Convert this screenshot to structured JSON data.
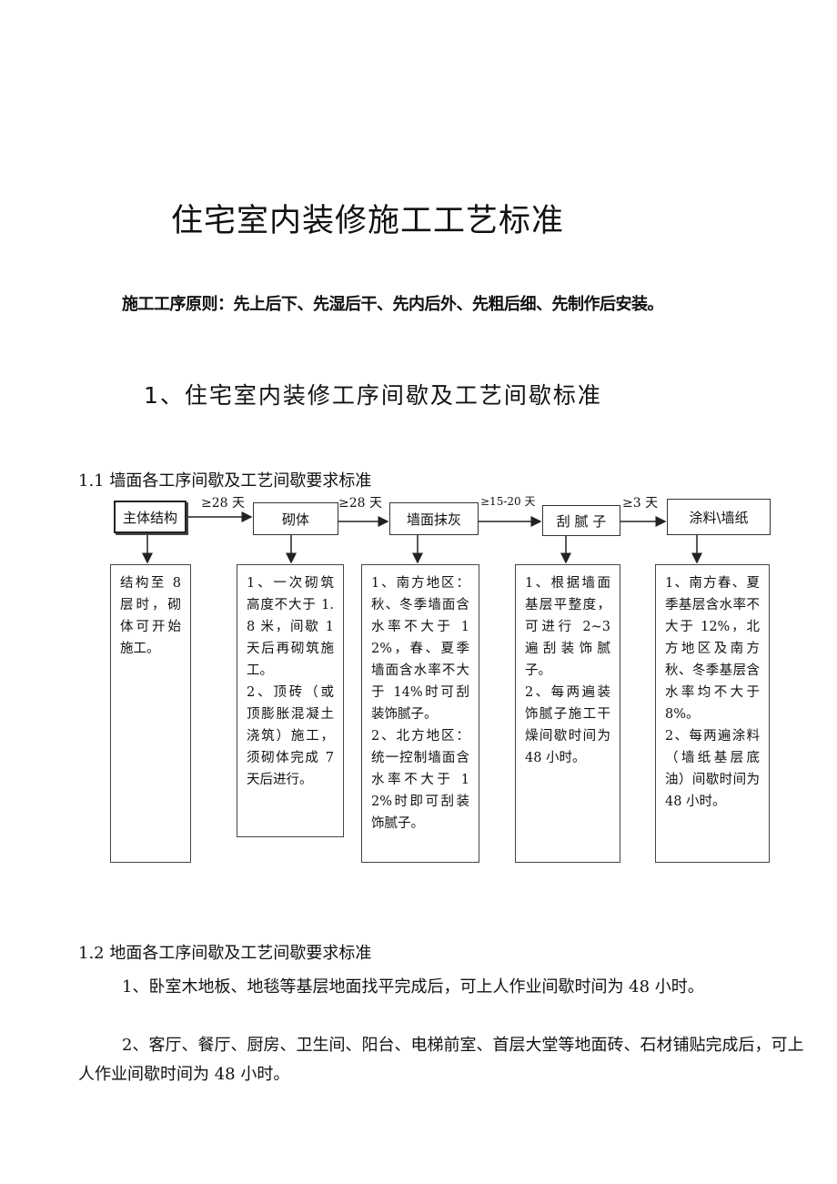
{
  "title": "住宅室内装修施工工艺标准",
  "principle": "施工工序原则：先上后下、先湿后干、先内后外、先粗后细、先制作后安装。",
  "section1": {
    "heading": "1、住宅室内装修工序间歇及工艺间歇标准",
    "sub1": {
      "heading": "1.1 墙面各工序间歇及工艺间歇要求标准",
      "stages": [
        "主体结构",
        "砌体",
        "墙面抹灰",
        "刮 腻 子",
        "涂料\\墙纸"
      ],
      "gaps": [
        "≥28 天",
        "≥28 天",
        "≥15-20 天",
        "≥3 天"
      ],
      "notes": [
        [
          "结构至 8 层时，砌体可开始施工。"
        ],
        [
          "1、一次砌筑高度不大于 1.8 米，间歇 1 天后再砌筑施工。",
          "2、顶砖（或顶膨胀混凝土浇筑）施工，须砌体完成 7 天后进行。"
        ],
        [
          "1、南方地区：秋、冬季墙面含水率不大于 12%，春、夏季墙面含水率不大于 14%时可刮装饰腻子。",
          "2、北方地区：统一控制墙面含水率不大于 12%时即可刮装饰腻子。"
        ],
        [
          "1、根据墙面基层平整度，可进行 2~3 遍刮装饰腻子。",
          "2、每两遍装饰腻子施工干燥间歇时间为 48 小时。"
        ],
        [
          "1、南方春、夏季基层含水率不大于 12%，北方地区及南方秋、冬季基层含水率均不大于 8%。",
          "2、每两遍涂料（墙纸基层底油）间歇时间为 48 小时。"
        ]
      ]
    },
    "sub2": {
      "heading": "1.2 地面各工序间歇及工艺间歇要求标准",
      "paragraphs": [
        "1、卧室木地板、地毯等基层地面找平完成后，可上人作业间歇时间为 48 小时。",
        "2、客厅、餐厅、厨房、卫生间、阳台、电梯前室、首层大堂等地面砖、石材铺贴完成后，可上人作业间歇时间为 48 小时。"
      ]
    }
  }
}
